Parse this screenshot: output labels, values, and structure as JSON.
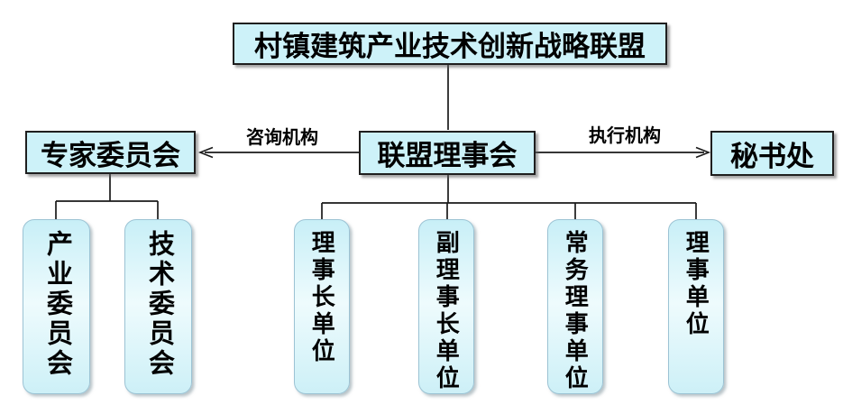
{
  "diagram": {
    "nodes": {
      "root": "村镇建筑产业技术创新战略联盟",
      "council": "联盟理事会",
      "expert": "专家委员会",
      "secretariat": "秘书处"
    },
    "edge_labels": {
      "advisory": "咨询机构",
      "executive": "执行机构"
    },
    "expert_children": [
      {
        "label": "产业委员会"
      },
      {
        "label": "技术委员会"
      }
    ],
    "council_children": [
      {
        "label": "理事长单位"
      },
      {
        "label": "副理事长单位"
      },
      {
        "label": "常务理事单位"
      },
      {
        "label": "理事单位"
      }
    ]
  },
  "colors": {
    "box_fill": "#cdf2f9",
    "box_border": "#1f1f1f",
    "rounded_border": "#9cc3d4",
    "rounded_fill_top": "#c8eff7",
    "rounded_fill_mid": "#eefbfd",
    "rounded_fill_bottom": "#cdf0f7",
    "line": "#1a1a1a"
  }
}
